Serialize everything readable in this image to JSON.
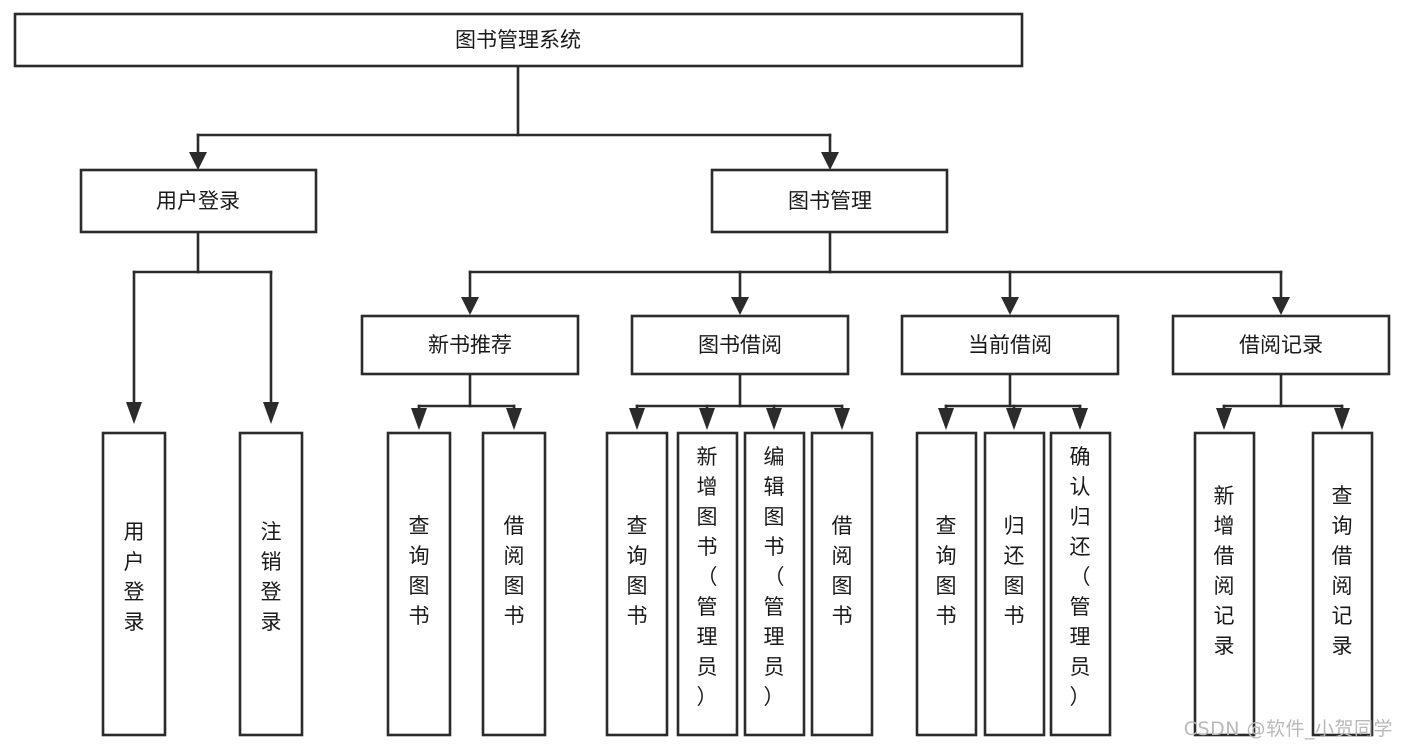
{
  "diagram": {
    "type": "tree",
    "orientation": "top-down",
    "title": "图书管理系统",
    "watermark": "CSDN @软件_小贺同学",
    "colors": {
      "stroke": "#2b2b2b",
      "fill": "#ffffff",
      "text": "#1a1a1a",
      "watermark": "#b9b9b9",
      "background": "#ffffff"
    },
    "nodes": {
      "root": {
        "label": "图书管理系统",
        "level": 0
      },
      "level1": [
        {
          "id": "user-login",
          "label": "用户登录"
        },
        {
          "id": "book-manage",
          "label": "图书管理"
        }
      ],
      "level2": [
        {
          "id": "new-book-recommend",
          "label": "新书推荐",
          "parent": "book-manage"
        },
        {
          "id": "book-borrow",
          "label": "图书借阅",
          "parent": "book-manage"
        },
        {
          "id": "current-borrow",
          "label": "当前借阅",
          "parent": "book-manage"
        },
        {
          "id": "borrow-record",
          "label": "借阅记录",
          "parent": "book-manage"
        }
      ],
      "leaves": [
        {
          "id": "leaf-user-login",
          "label": "用户登录",
          "parent": "user-login"
        },
        {
          "id": "leaf-user-logout",
          "label": "注销登录",
          "parent": "user-login"
        },
        {
          "id": "leaf-query-book-1",
          "label": "查询图书",
          "parent": "new-book-recommend"
        },
        {
          "id": "leaf-borrow-book-1",
          "label": "借阅图书",
          "parent": "new-book-recommend"
        },
        {
          "id": "leaf-query-book-2",
          "label": "查询图书",
          "parent": "book-borrow"
        },
        {
          "id": "leaf-add-book",
          "label": "新增图书（管理员）",
          "parent": "book-borrow"
        },
        {
          "id": "leaf-edit-book",
          "label": "编辑图书（管理员）",
          "parent": "book-borrow"
        },
        {
          "id": "leaf-borrow-book-2",
          "label": "借阅图书",
          "parent": "book-borrow"
        },
        {
          "id": "leaf-query-book-3",
          "label": "查询图书",
          "parent": "current-borrow"
        },
        {
          "id": "leaf-return-book",
          "label": "归还图书",
          "parent": "current-borrow"
        },
        {
          "id": "leaf-confirm-return",
          "label": "确认归还（管理员）",
          "parent": "current-borrow"
        },
        {
          "id": "leaf-add-record",
          "label": "新增借阅记录",
          "parent": "borrow-record"
        },
        {
          "id": "leaf-query-record",
          "label": "查询借阅记录",
          "parent": "borrow-record"
        }
      ]
    }
  }
}
